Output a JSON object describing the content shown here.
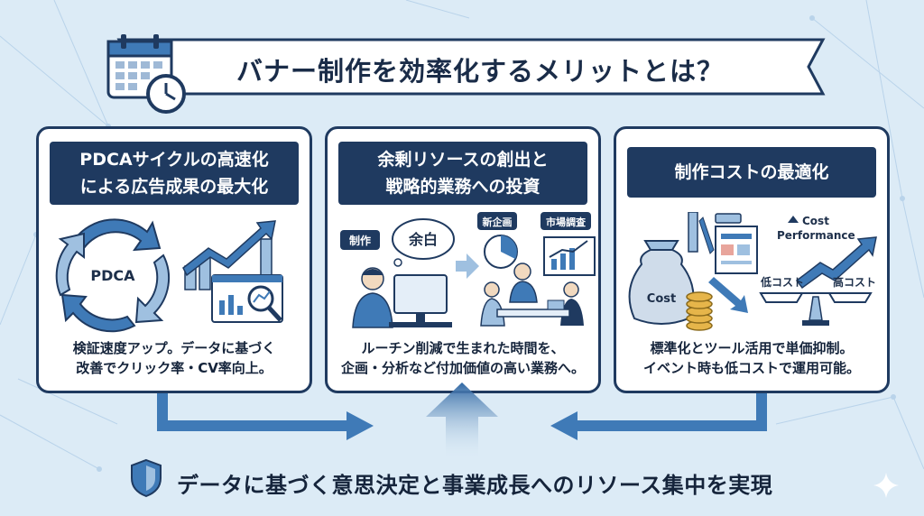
{
  "title": "バナー制作を効率化するメリットとは？",
  "cards": [
    {
      "heading_line1": "PDCAサイクルの高速化",
      "heading_line2": "による広告成果の最大化",
      "cycle_label": "PDCA",
      "desc_line1": "検証速度アップ。データに基づく",
      "desc_line2": "改善でクリック率・CV率向上。"
    },
    {
      "heading_line1": "余剰リソースの創出と",
      "heading_line2": "戦略的業務への投資",
      "tag_production": "制作",
      "bubble_spare": "余白",
      "tag_new_plan": "新企画",
      "tag_market_research": "市場調査",
      "desc_line1": "ルーチン削減で生まれた時間を、",
      "desc_line2": "企画・分析など付加価値の高い業務へ。"
    },
    {
      "heading_line1": "制作コストの最適化",
      "cost_label": "Cost",
      "cost_perf_line1": "Cost",
      "cost_perf_line2": "Performance",
      "low_cost": "低コスト",
      "high_cost": "高コスト",
      "desc_line1": "標準化とツール活用で単価抑制。",
      "desc_line2": "イベント時も低コストで運用可能。"
    }
  ],
  "conclusion": "データに基づく意思決定と事業成長へのリソース集中を実現",
  "colors": {
    "navy": "#1f3a60",
    "accent_blue": "#3f7ab7",
    "background": "#dcebf6"
  }
}
